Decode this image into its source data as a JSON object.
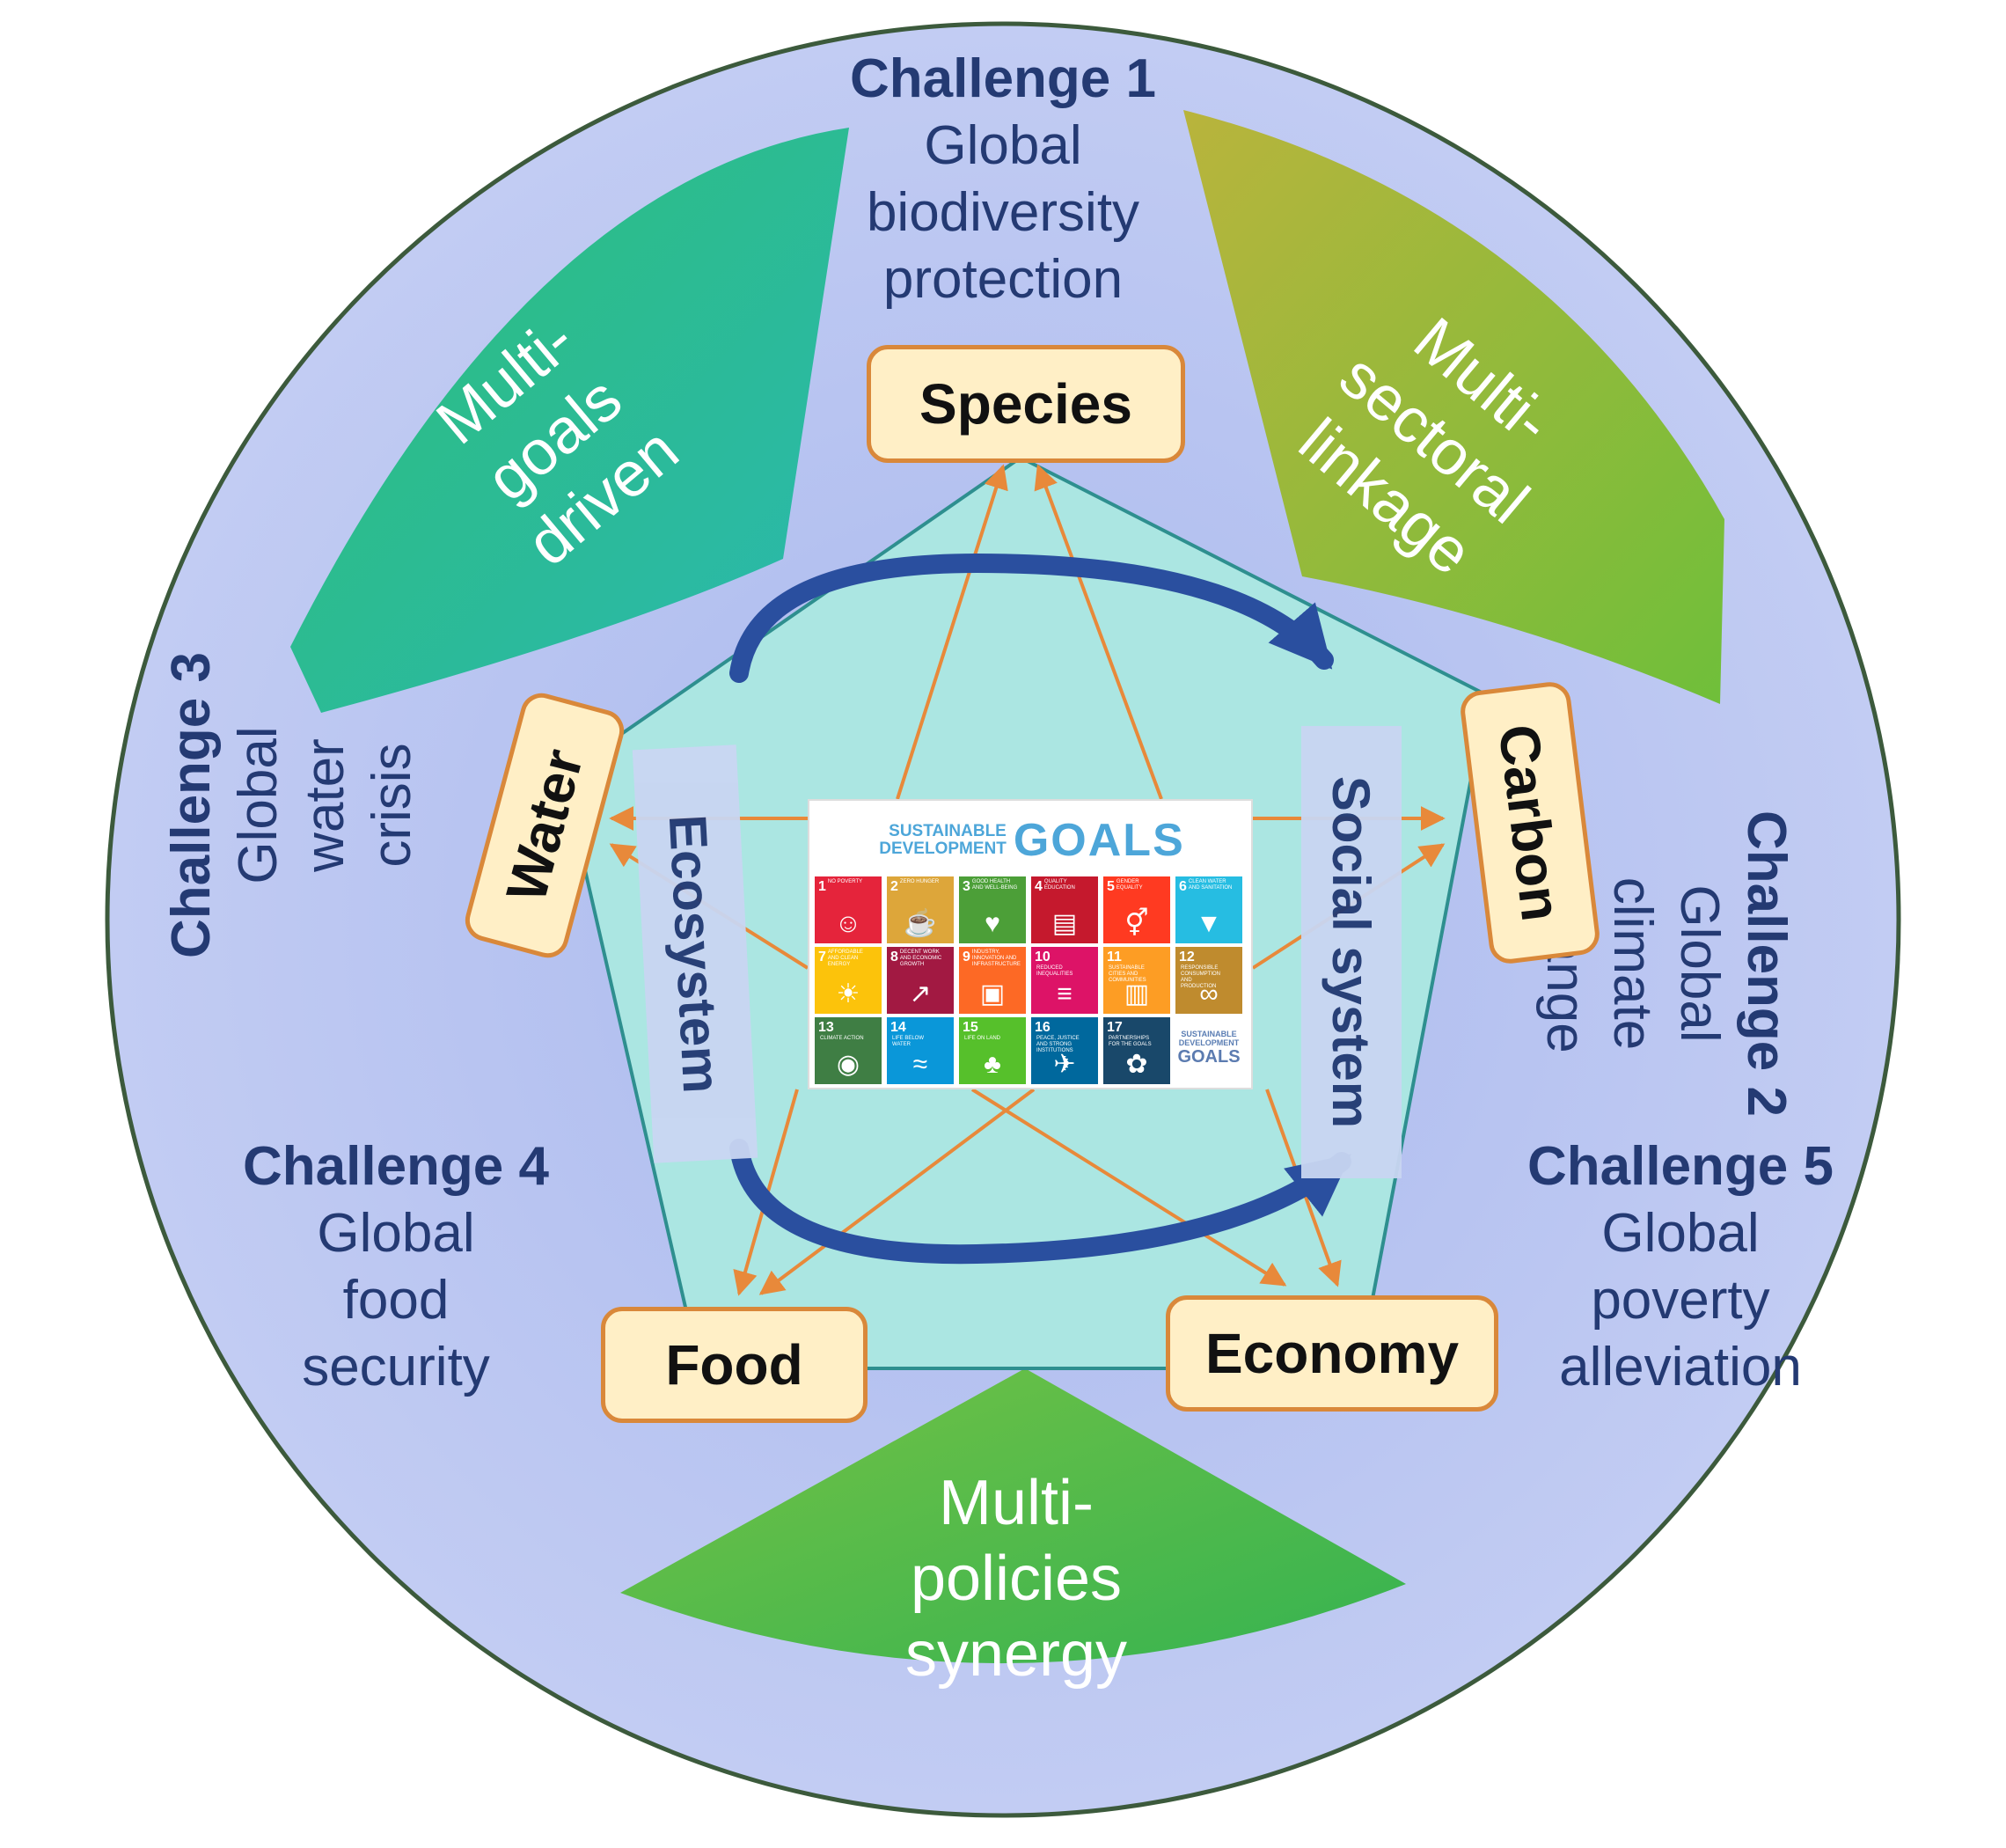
{
  "colors": {
    "circle_fill": "#b9c5f0",
    "circle_stroke": "#3c5a3c",
    "pentagon_fill": "#abe6e2",
    "pentagon_stroke": "#2e8f8f",
    "node_fill": "#ffefc6",
    "node_stroke": "#d9883a",
    "arrow_orange": "#e8893a",
    "arrow_blue": "#2a4f9f",
    "challenge_text": "#243a73"
  },
  "challenges": [
    {
      "title": "Challenge 1",
      "lines": [
        "Global",
        "biodiversity",
        "protection"
      ]
    },
    {
      "title": "Challenge 2",
      "lines": [
        "Global",
        "climate",
        "change"
      ]
    },
    {
      "title": "Challenge 3",
      "lines": [
        "Global",
        "water",
        "crisis"
      ]
    },
    {
      "title": "Challenge 4",
      "lines": [
        "Global",
        "food",
        "security"
      ]
    },
    {
      "title": "Challenge 5",
      "lines": [
        "Global",
        "poverty",
        "alleviation"
      ]
    }
  ],
  "nodes": {
    "species": "Species",
    "carbon": "Carbon",
    "water": "Water",
    "food": "Food",
    "economy": "Economy"
  },
  "systems": {
    "ecosystem": "Ecosystem",
    "social": "Social system"
  },
  "petals": {
    "goals": [
      "Multi-",
      "goals",
      "driven"
    ],
    "sectoral": [
      "Multi-",
      "sectoral",
      "linkage"
    ],
    "policies": [
      "Multi-",
      "policies",
      "synergy"
    ]
  },
  "sdg": {
    "header_small_1": "SUSTAINABLE",
    "header_small_2": "DEVELOPMENT",
    "header_big": "GOALS",
    "tiles": [
      {
        "num": "1",
        "text": "NO POVERTY",
        "color": "#e5243b",
        "icon": "people-icon"
      },
      {
        "num": "2",
        "text": "ZERO HUNGER",
        "color": "#dda63a",
        "icon": "bowl-icon"
      },
      {
        "num": "3",
        "text": "GOOD HEALTH AND WELL-BEING",
        "color": "#4c9f38",
        "icon": "heartbeat-icon"
      },
      {
        "num": "4",
        "text": "QUALITY EDUCATION",
        "color": "#c5192d",
        "icon": "book-icon"
      },
      {
        "num": "5",
        "text": "GENDER EQUALITY",
        "color": "#ff3a21",
        "icon": "gender-icon"
      },
      {
        "num": "6",
        "text": "CLEAN WATER AND SANITATION",
        "color": "#26bde2",
        "icon": "water-drop-icon"
      },
      {
        "num": "7",
        "text": "AFFORDABLE AND CLEAN ENERGY",
        "color": "#fcc30b",
        "icon": "sun-icon"
      },
      {
        "num": "8",
        "text": "DECENT WORK AND ECONOMIC GROWTH",
        "color": "#a21942",
        "icon": "growth-chart-icon"
      },
      {
        "num": "9",
        "text": "INDUSTRY, INNOVATION AND INFRASTRUCTURE",
        "color": "#fd6925",
        "icon": "cubes-icon"
      },
      {
        "num": "10",
        "text": "REDUCED INEQUALITIES",
        "color": "#dd1367",
        "icon": "equal-icon"
      },
      {
        "num": "11",
        "text": "SUSTAINABLE CITIES AND COMMUNITIES",
        "color": "#fd9d24",
        "icon": "city-icon"
      },
      {
        "num": "12",
        "text": "RESPONSIBLE CONSUMPTION AND PRODUCTION",
        "color": "#bf8b2e",
        "icon": "infinity-icon"
      },
      {
        "num": "13",
        "text": "CLIMATE ACTION",
        "color": "#3f7e44",
        "icon": "eye-globe-icon"
      },
      {
        "num": "14",
        "text": "LIFE BELOW WATER",
        "color": "#0a97d9",
        "icon": "fish-icon"
      },
      {
        "num": "15",
        "text": "LIFE ON LAND",
        "color": "#56c02b",
        "icon": "tree-icon"
      },
      {
        "num": "16",
        "text": "PEACE, JUSTICE AND STRONG INSTITUTIONS",
        "color": "#00689d",
        "icon": "dove-icon"
      },
      {
        "num": "17",
        "text": "PARTNERSHIPS FOR THE GOALS",
        "color": "#19486a",
        "icon": "flower-icon"
      }
    ],
    "logo_small": "SUSTAINABLE DEVELOPMENT",
    "logo_big": "GOALS"
  }
}
